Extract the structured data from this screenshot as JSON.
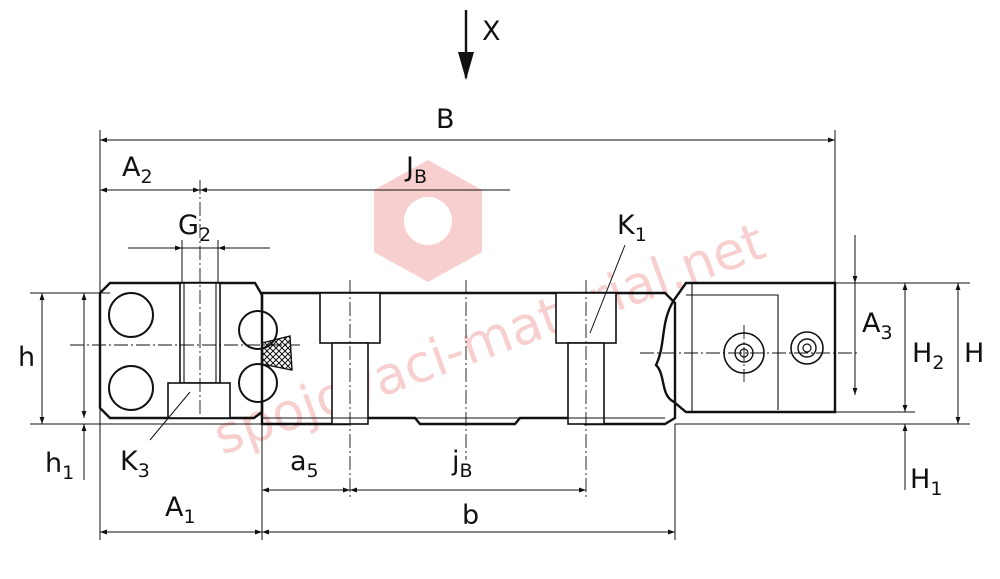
{
  "view_label": "X",
  "dimensions": {
    "B": "B",
    "A2": {
      "main": "A",
      "sub": "2"
    },
    "JB": {
      "main": "J",
      "sub": "B"
    },
    "G2": {
      "main": "G",
      "sub": "2"
    },
    "K1": {
      "main": "K",
      "sub": "1"
    },
    "K3": {
      "main": "K",
      "sub": "3"
    },
    "A3": {
      "main": "A",
      "sub": "3"
    },
    "H2": {
      "main": "H",
      "sub": "2"
    },
    "H": "H",
    "h": "h",
    "h1": {
      "main": "h",
      "sub": "1"
    },
    "a5": {
      "main": "a",
      "sub": "5"
    },
    "jB": {
      "main": "j",
      "sub": "B"
    },
    "A1": {
      "main": "A",
      "sub": "1"
    },
    "b": "b",
    "H1": {
      "main": "H",
      "sub": "1"
    }
  },
  "watermark": "spojovaci-material.net",
  "colors": {
    "line": "#111111",
    "watermark": "#f2a8a8",
    "background": "#ffffff"
  }
}
